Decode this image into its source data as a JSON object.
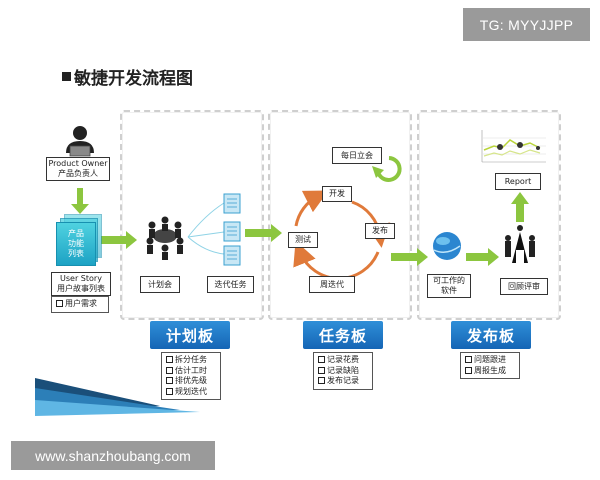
{
  "watermarks": {
    "top": "TG: MYYJJPP",
    "bottom": "www.shanzhoubang.com"
  },
  "title": "敏捷开发流程图",
  "product_owner": {
    "line1": "Product Owner",
    "line2": "产品负责人"
  },
  "product_backlog": {
    "line1": "产品",
    "line2": "功能",
    "line3": "列表"
  },
  "user_story": {
    "line1": "User Story",
    "line2": "用户故事列表"
  },
  "user_needs": "用户需求",
  "plan_meeting": "计划会",
  "iteration_tasks": "迭代任务",
  "weekly_iteration": "周迭代",
  "daily_standup": "每日立会",
  "cycle": {
    "develop": "开发",
    "test": "测试",
    "release": "发布"
  },
  "working_software": {
    "line1": "可工作的",
    "line2": "软件"
  },
  "report": "Report",
  "review": "回顾评审",
  "boards": [
    {
      "title": "计划板",
      "items": [
        "拆分任务",
        "估计工时",
        "排优先级",
        "规划迭代"
      ]
    },
    {
      "title": "任务板",
      "items": [
        "记录花费",
        "记录缺陷",
        "发布记录"
      ]
    },
    {
      "title": "发布板",
      "items": [
        "问题跟进",
        "周报生成"
      ]
    }
  ],
  "colors": {
    "arrow_green": "#8cc63f",
    "board_blue": "#1f78c8",
    "cycle_orange": "#e07a3a",
    "stack_cyan": "#2bb7d3",
    "report_green": "#b9d43a"
  }
}
